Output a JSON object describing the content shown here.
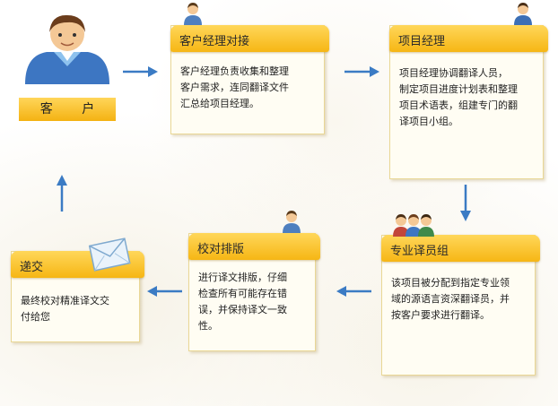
{
  "client": {
    "label": "客 户"
  },
  "cards": [
    {
      "id": "account-manager",
      "title": "客户经理对接",
      "lines": [
        "客户经理负责收集和整理",
        "客户需求，连同翻译文件",
        "汇总给项目经理。"
      ]
    },
    {
      "id": "project-manager",
      "title": "项目经理",
      "lines": [
        "项目经理协调翻译人员，",
        "制定项目进度计划表和整理",
        "项目术语表，组建专门的翻",
        "译项目小组。"
      ]
    },
    {
      "id": "translator-team",
      "title": "专业译员组",
      "lines": [
        "该项目被分配到指定专业领",
        "域的源语言资深翻译员，并",
        "按客户要求进行翻译。"
      ]
    },
    {
      "id": "proofread-layout",
      "title": "校对排版",
      "lines": [
        "进行译文排版，仔细",
        "检查所有可能存在错",
        "误，并保持译文一致",
        "性。"
      ]
    },
    {
      "id": "delivery",
      "title": "递交",
      "lines": [
        "最终校对精准译文交",
        "付给您"
      ]
    }
  ],
  "colors": {
    "arrow": "#3b7bc4",
    "header": "#f6b614",
    "card_border": "#e9d795"
  }
}
